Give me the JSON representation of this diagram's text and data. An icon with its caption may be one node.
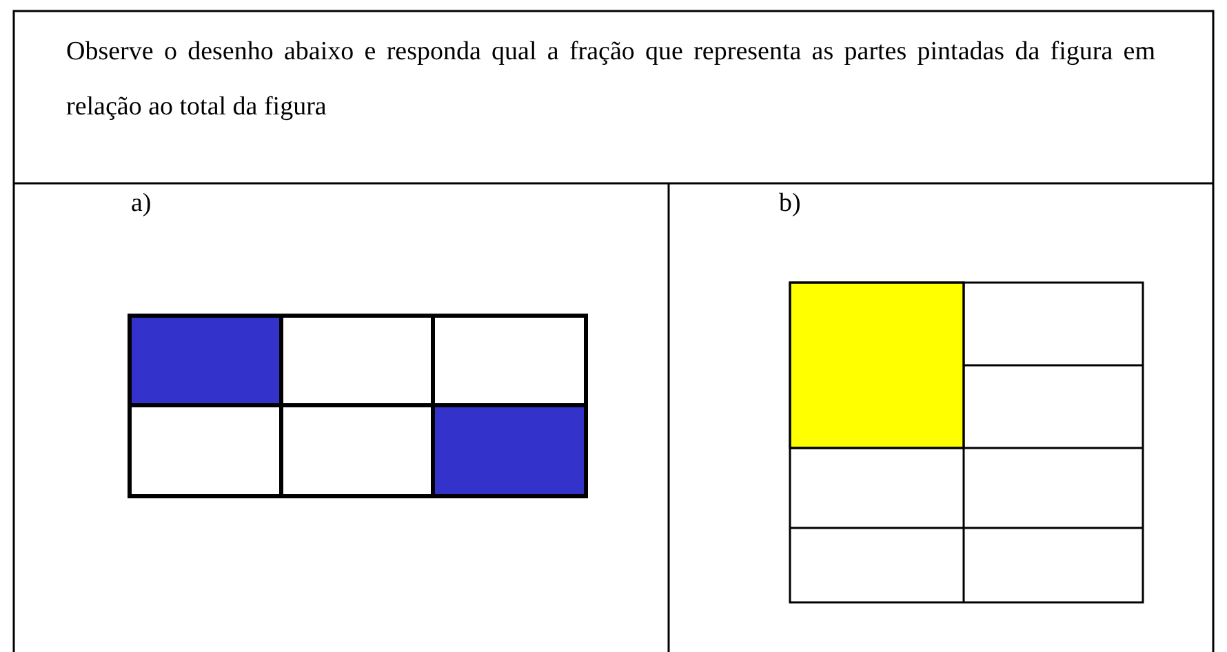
{
  "diagram": {
    "labels": [
      "Observe o desenho abaixo e responda qual a fração que representa as partes pintadas da figura em relação ao total da figura",
      "a)",
      "b)"
    ]
  }
}
